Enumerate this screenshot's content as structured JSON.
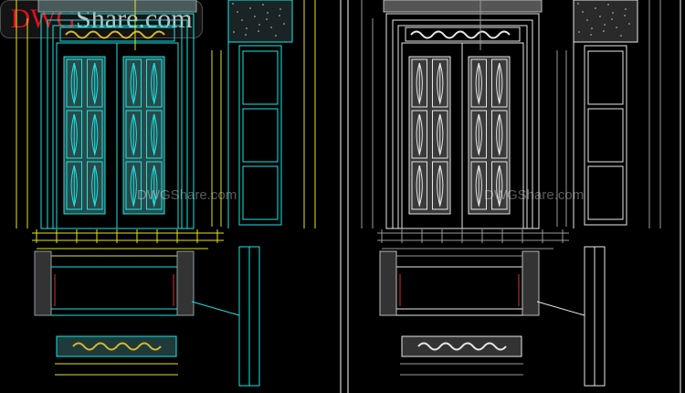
{
  "drawing": {
    "panels": [
      {
        "name": "colored-view",
        "scheme": "color"
      },
      {
        "name": "monochrome-view",
        "scheme": "mono"
      }
    ],
    "colors": {
      "background": "#000000",
      "cyan": "#19e6e6",
      "yellow": "#e6e619",
      "ornament": "#d4b830",
      "white": "#e8e8e8",
      "gray": "#9a9a9a",
      "divider": "#ffffff"
    }
  },
  "watermark": {
    "brand_red": "DWG",
    "brand_rest": "Share.com",
    "small_left": "DWGShare.com",
    "small_right": "DWGShare.com"
  }
}
